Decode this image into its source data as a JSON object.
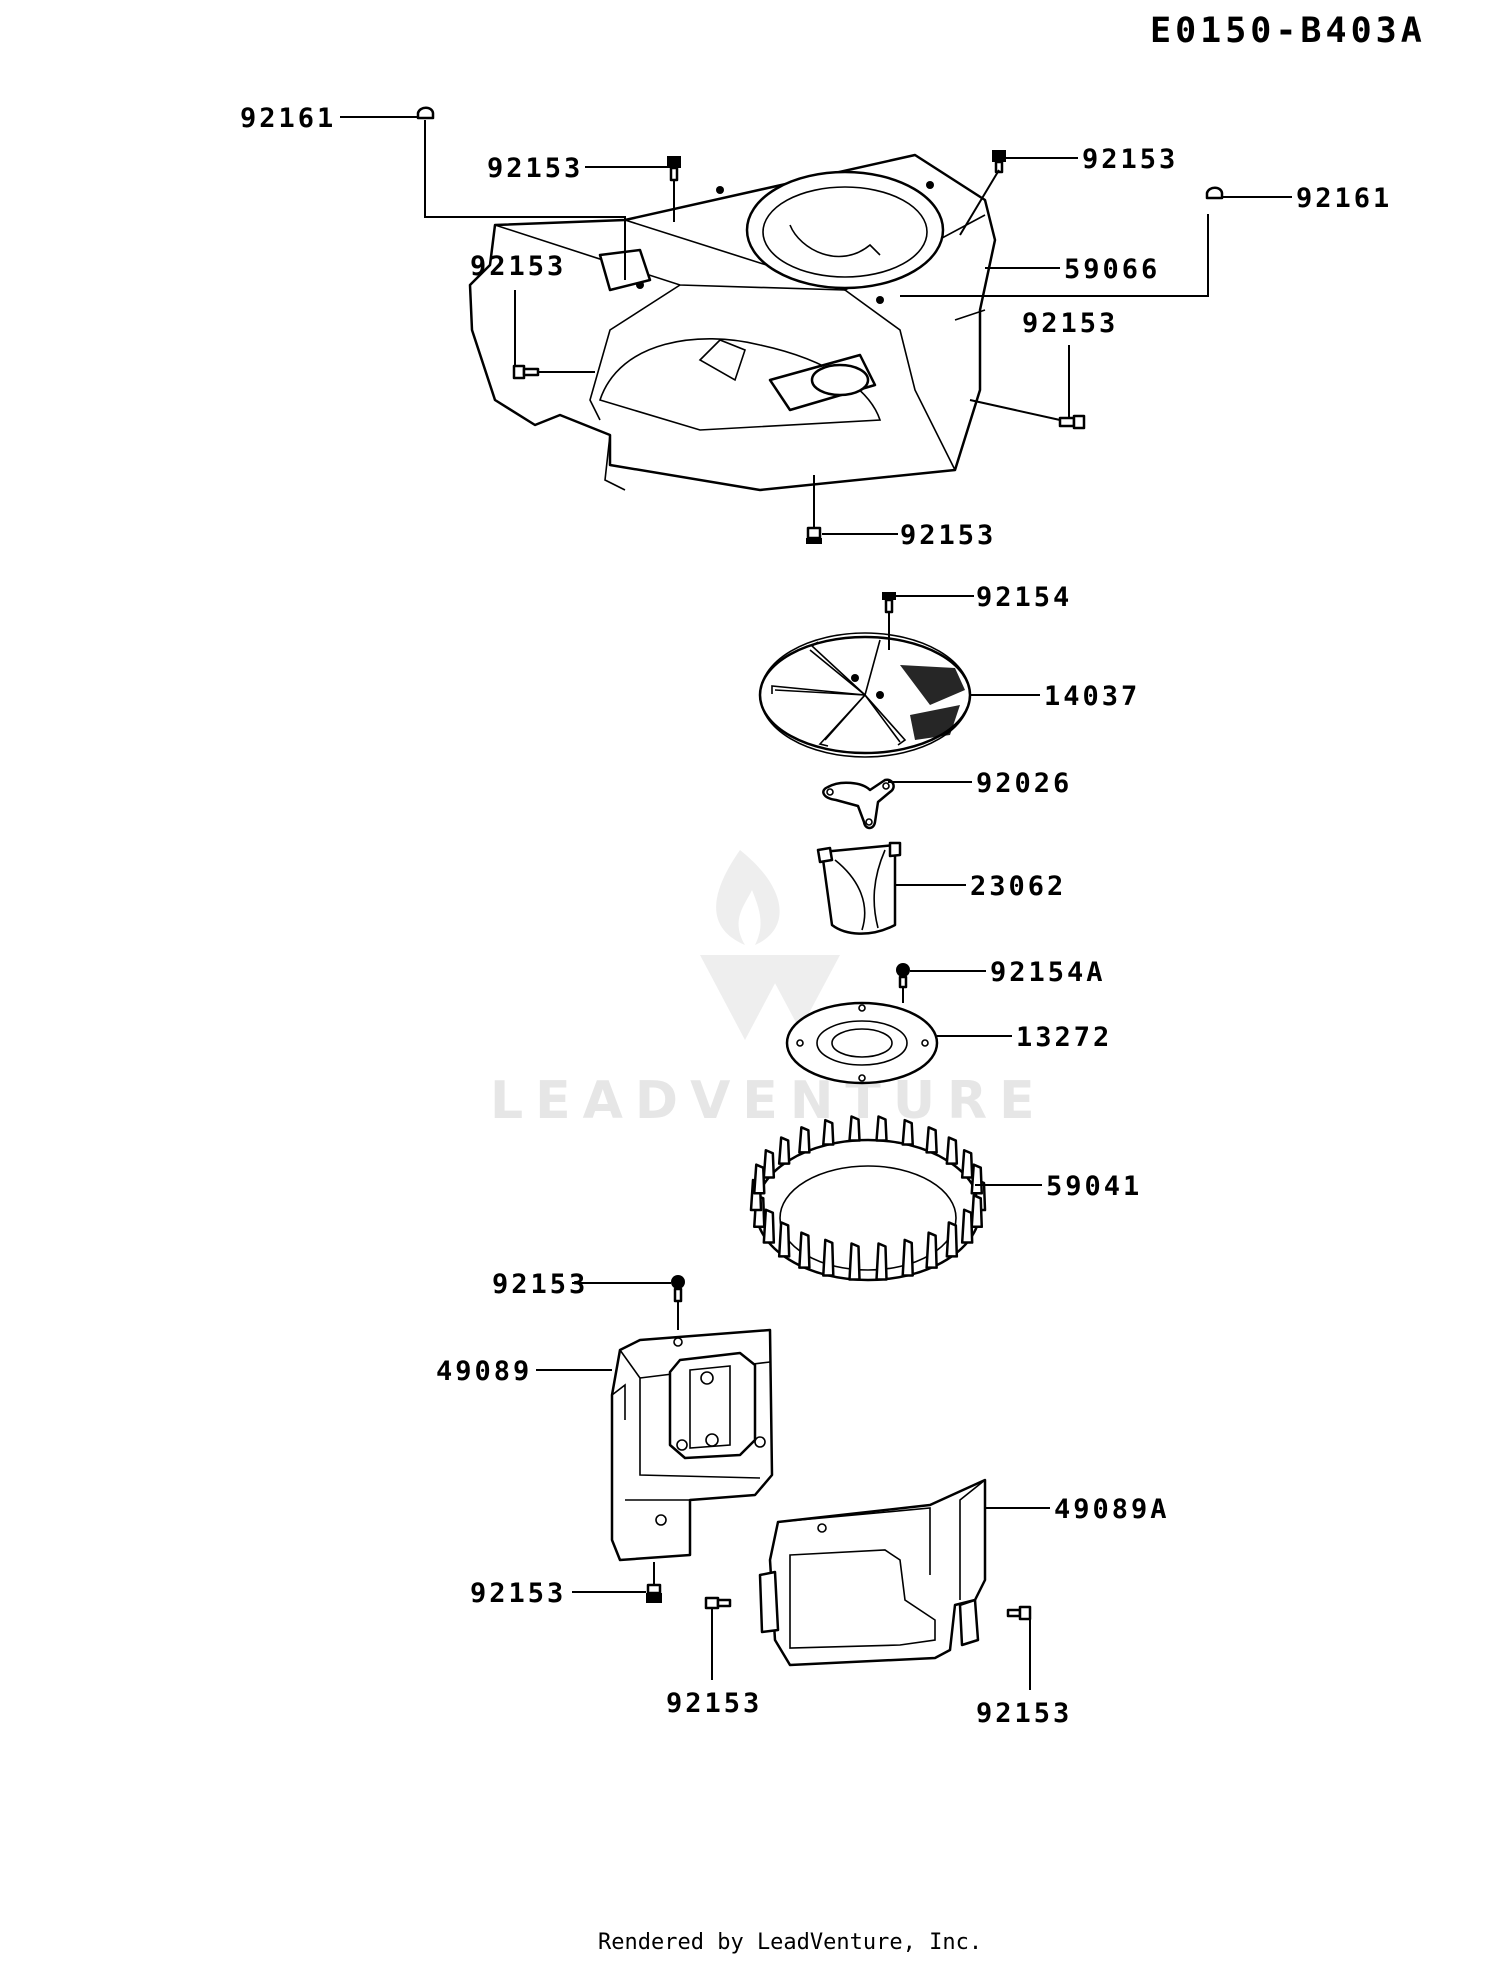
{
  "diagram": {
    "code": "E0150-B403A",
    "footer": "Rendered by LeadVenture, Inc.",
    "watermark": "LEADVENTURE",
    "callouts": [
      {
        "id": "c1",
        "label": "92161"
      },
      {
        "id": "c2",
        "label": "92153"
      },
      {
        "id": "c3",
        "label": "92153"
      },
      {
        "id": "c4",
        "label": "92161"
      },
      {
        "id": "c5",
        "label": "92153"
      },
      {
        "id": "c6",
        "label": "59066"
      },
      {
        "id": "c7",
        "label": "92153"
      },
      {
        "id": "c8",
        "label": "92153"
      },
      {
        "id": "c9",
        "label": "92154"
      },
      {
        "id": "c10",
        "label": "14037"
      },
      {
        "id": "c11",
        "label": "92026"
      },
      {
        "id": "c12",
        "label": "23062"
      },
      {
        "id": "c13",
        "label": "92154A"
      },
      {
        "id": "c14",
        "label": "13272"
      },
      {
        "id": "c15",
        "label": "59041"
      },
      {
        "id": "c16",
        "label": "92153"
      },
      {
        "id": "c17",
        "label": "49089"
      },
      {
        "id": "c18",
        "label": "49089A"
      },
      {
        "id": "c19",
        "label": "92153"
      },
      {
        "id": "c20",
        "label": "92153"
      },
      {
        "id": "c21",
        "label": "92153"
      }
    ]
  }
}
